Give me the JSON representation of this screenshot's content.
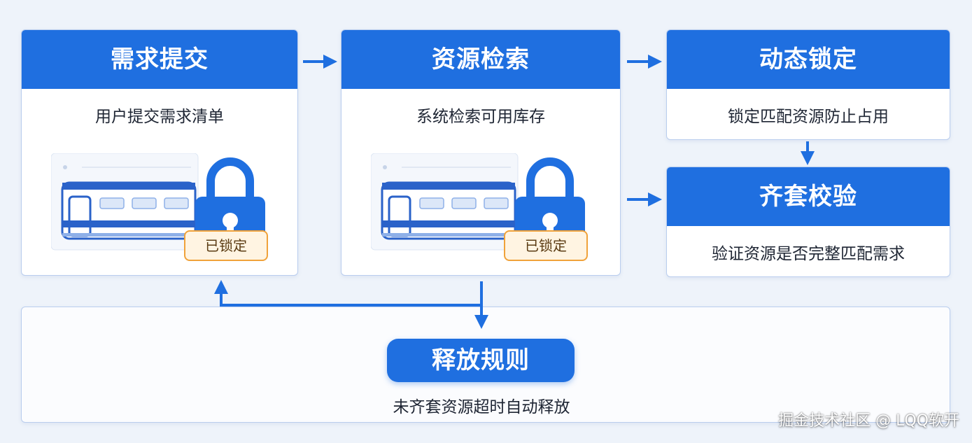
{
  "colors": {
    "primary": "#1f6fe0",
    "card_border": "#b9cdee",
    "lock_badge_border": "#f0a23a",
    "lock_badge_fill": "#fff4e2",
    "background": "#eef3fa"
  },
  "steps": [
    {
      "title": "需求提交",
      "desc": "用户提交需求清单",
      "badge": "已锁定"
    },
    {
      "title": "资源检索",
      "desc": "系统检索可用库存",
      "badge": "已锁定"
    },
    {
      "title": "动态锁定",
      "desc": "锁定匹配资源防止占用"
    },
    {
      "title": "齐套校验",
      "desc": "验证资源是否完整匹配需求"
    }
  ],
  "release": {
    "title": "释放规则",
    "desc": "未齐套资源超时自动释放"
  },
  "watermark": "掘金技术社区 @ LQQ软开",
  "icons": [
    "train-icon",
    "padlock-icon",
    "arrow-right-icon",
    "arrow-down-icon",
    "arrow-up-icon"
  ]
}
